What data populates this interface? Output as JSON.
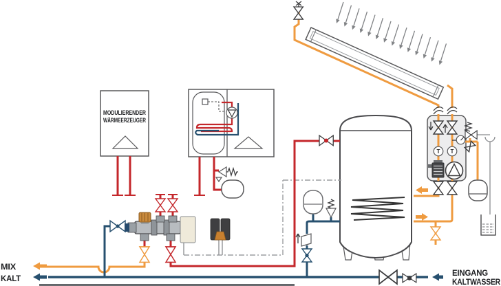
{
  "labels": {
    "heat_generator_line1": "MODULIERENDER",
    "heat_generator_line2": "WÄRMEERZEUGER",
    "mix": "MIX",
    "cold": "KALT",
    "cold_inlet_line1": "EINGANG",
    "cold_inlet_line2": "KALTWASSER",
    "thermometer": "T"
  },
  "colors": {
    "hot": "#c4272b",
    "cold": "#27506f",
    "solar": "#ef9b40",
    "outline": "#58585a",
    "sensor": "#9c9ea1"
  }
}
